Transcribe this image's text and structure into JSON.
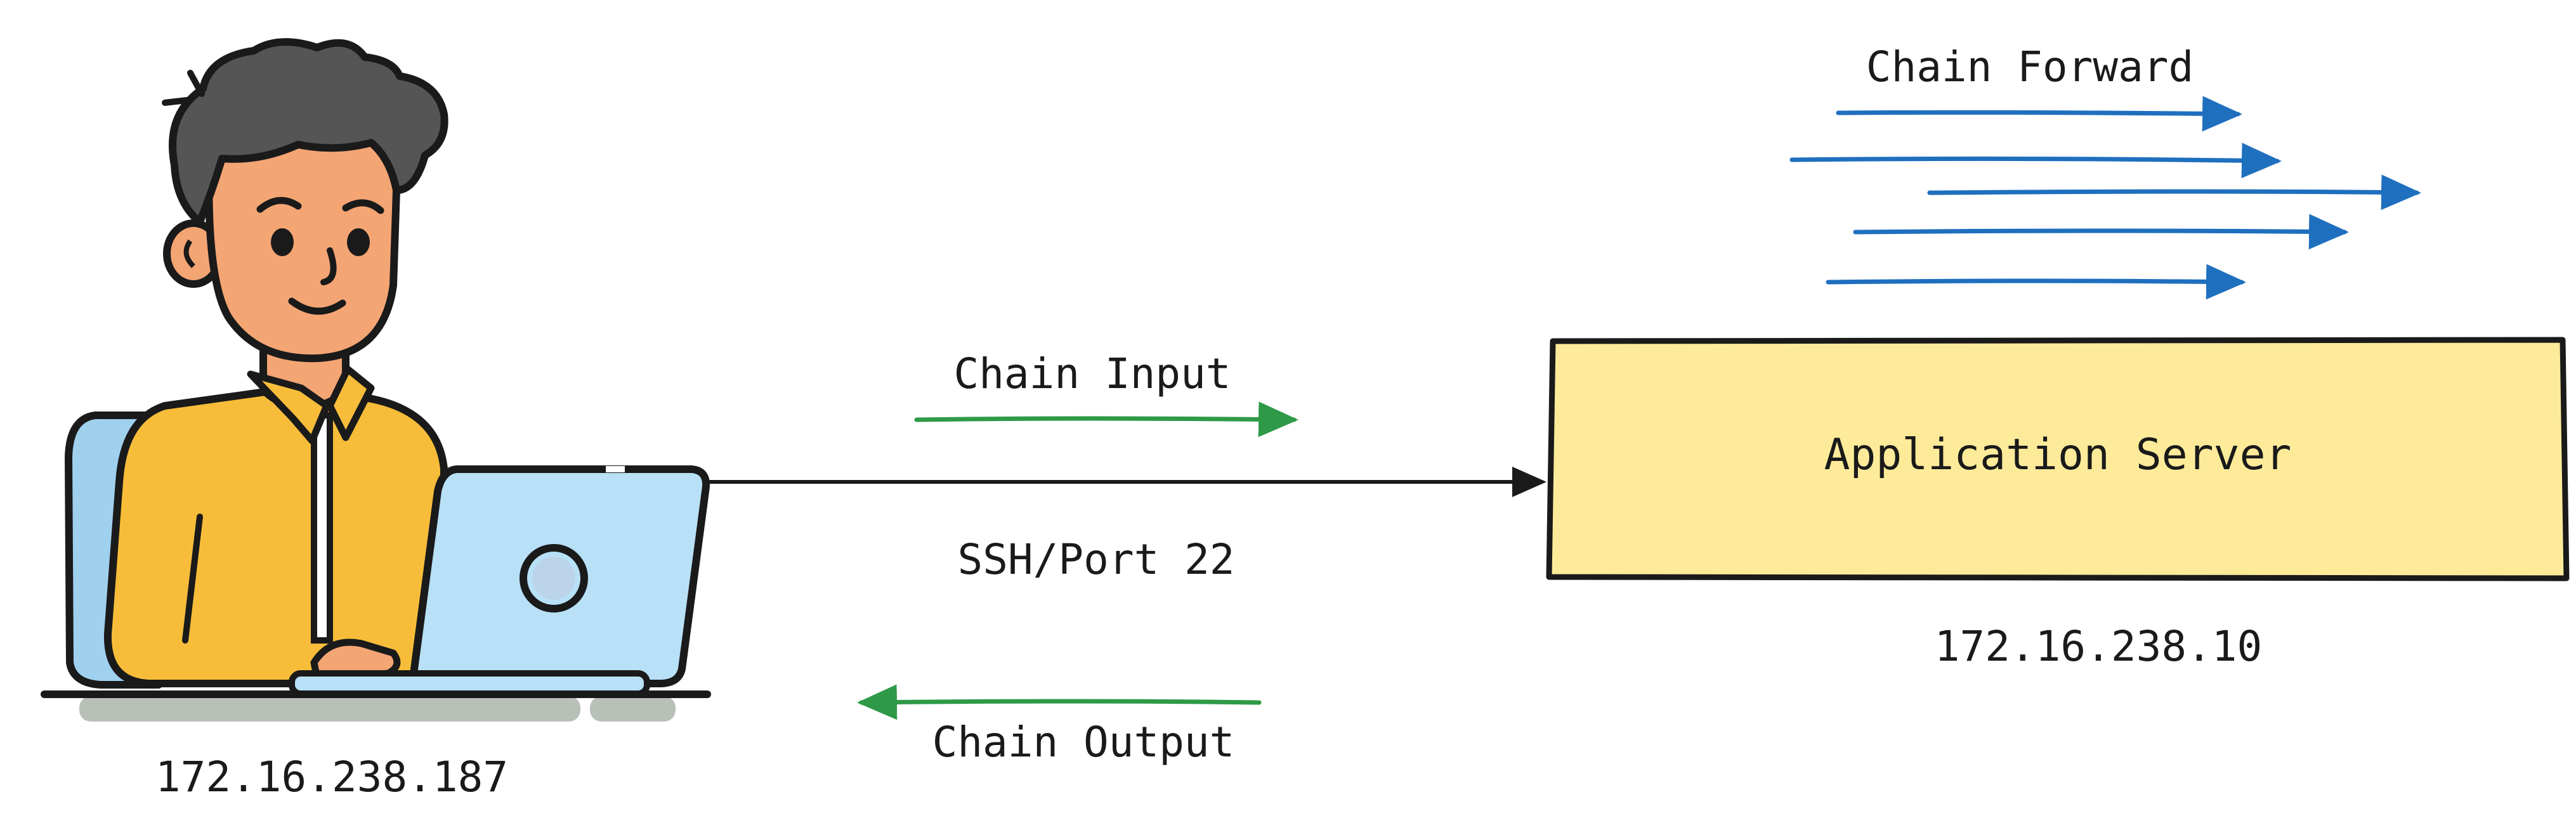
{
  "client": {
    "ip": "172.16.238.187"
  },
  "server": {
    "label": "Application Server",
    "ip": "172.16.238.10"
  },
  "connection": {
    "label": "SSH/Port 22"
  },
  "chains": {
    "input": "Chain Input",
    "output": "Chain Output",
    "forward": "Chain Forward"
  },
  "colors": {
    "forward_arrow": "#1f6fbf",
    "input_output_arrow": "#2e9a47",
    "server_fill": "#fdeb9a",
    "stroke": "#1a1a1a"
  },
  "icons": {
    "person": "person-at-laptop-icon"
  }
}
